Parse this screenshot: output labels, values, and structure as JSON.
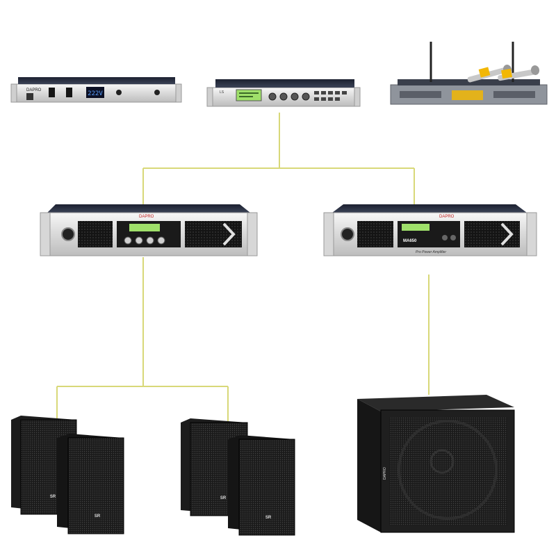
{
  "colors": {
    "wire": "#d8d878",
    "rack_silver": "#e4e4e4",
    "rack_dark": "#2a2a36",
    "lcd_green": "#9fe06a",
    "lcd_blue": "#3a7bd5",
    "speaker_black": "#1e1e1e",
    "mic_gold": "#f2b705"
  },
  "devices": {
    "power_sequencer": {
      "brand": "DAPRO",
      "display": "222V"
    },
    "processor": {
      "brand": "LS"
    },
    "wireless_mic_receiver": {
      "icon": "wireless-microphone-icon"
    },
    "amplifier_left": {
      "brand": "DAPRO"
    },
    "amplifier_right": {
      "brand": "DAPRO",
      "model": "MA650",
      "caption": "Pro Power Amplifier"
    },
    "speaker_badges": [
      "SR",
      "SR",
      "SR",
      "SR"
    ],
    "subwoofer": {
      "brand": "DAPRO"
    }
  }
}
